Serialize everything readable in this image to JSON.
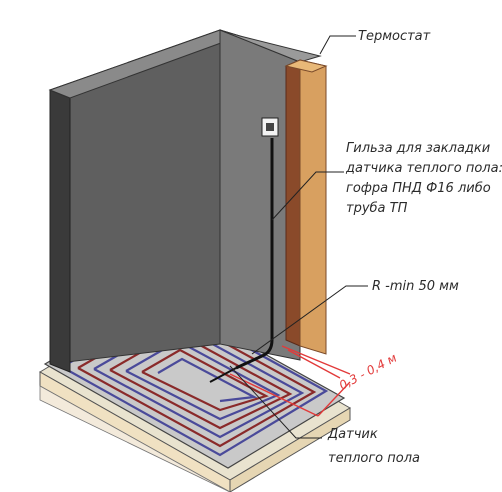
{
  "labels": {
    "thermostat": "Термостат",
    "sleeve": [
      "Гильза для закладки",
      "датчика теплого пола:",
      "гофра ПНД  Ф16 либо",
      "труба ТП"
    ],
    "bend_radius": "R -min 50 мм",
    "sensor": [
      "Датчик",
      "теплого пола"
    ],
    "distance": "0,3 - 0,4 м"
  },
  "colors": {
    "wall_dark": "#3a3a3a",
    "wall_mid": "#5f5f5f",
    "wall_light": "#8a8a8a",
    "wood": "#d8a060",
    "wood_edge": "#8a4a2a",
    "pipe_red": "#8a2a2a",
    "pipe_blue": "#4a4a9a",
    "dimension_red": "#e23a3a",
    "leader": "#222222"
  }
}
